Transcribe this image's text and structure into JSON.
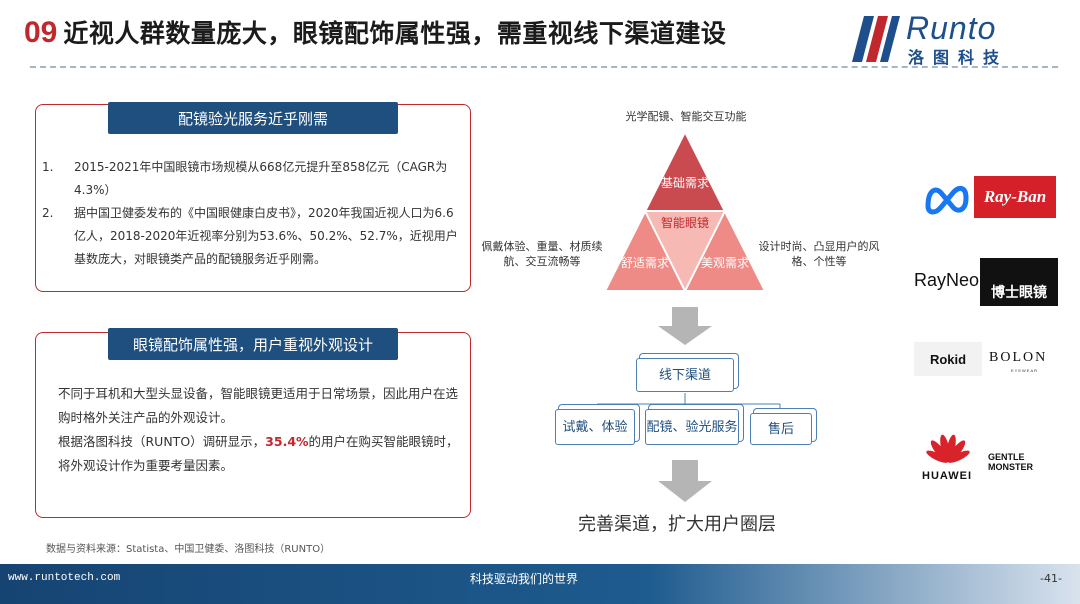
{
  "header": {
    "number": "09",
    "title": "近视人群数量庞大，眼镜配饰属性强，需重视线下渠道建设",
    "logo_en": "Runto",
    "logo_cn": "洛图科技"
  },
  "card1": {
    "tag": "配镜验光服务近乎刚需",
    "items": [
      {
        "index": "1.",
        "text": "2015-2021年中国眼镜市场规模从668亿元提升至858亿元（CAGR为4.3%）"
      },
      {
        "index": "2.",
        "text": "据中国卫健委发布的《中国眼健康白皮书》，2020年我国近视人口为6.6亿人，2018-2020年近视率分别为53.6%、50.2%、52.7%，近视用户基数庞大，对眼镜类产品的配镜服务近乎刚需。"
      }
    ]
  },
  "card2": {
    "tag": "眼镜配饰属性强，用户重视外观设计",
    "para1": "不同于耳机和大型头显设备，智能眼镜更适用于日常场景，因此用户在选购时格外关注产品的外观设计。",
    "para2_prefix": "根据洛图科技（RUNTO）调研显示，",
    "para2_highlight": "35.4%",
    "para2_suffix": "的用户在购买智能眼镜时，将外观设计作为重要考量因素。"
  },
  "diagram": {
    "top_label": "光学配镜、智能交互功能",
    "left_label": "佩戴体验、重量、材质续航、交互流畅等",
    "right_label": "设计时尚、凸显用户的风格、个性等",
    "tri_top": "基础需求",
    "tri_center": "智能眼镜",
    "tri_left": "舒适需求",
    "tri_right": "美观需求",
    "channel_root": "线下渠道",
    "channel_children": [
      "试戴、体验",
      "配镜、验光服务",
      "售后"
    ],
    "result": "完善渠道，扩大用户圈层"
  },
  "brands": {
    "rayban": "Ray-Ban",
    "rayneo": "RayNeo",
    "boshi": "博士眼镜",
    "rokid": "Rokid",
    "bolon": "BOLON",
    "bolon_sub": "EYEWEAR",
    "huawei": "HUAWEI",
    "gentle": "GENTLE MONSTER"
  },
  "source": "数据与资料来源：Statista、中国卫健委、洛图科技（RUNTO）",
  "footer": {
    "url": "www.runtotech.com",
    "slogan": "科技驱动我们的世界",
    "page": "-41-"
  },
  "colors": {
    "accent_red": "#c0282d",
    "navy": "#1e4f7e",
    "triangle_dark": "#c94a4f",
    "triangle_light": "#ef8b86",
    "arrow_gray": "#b5b5b5"
  }
}
